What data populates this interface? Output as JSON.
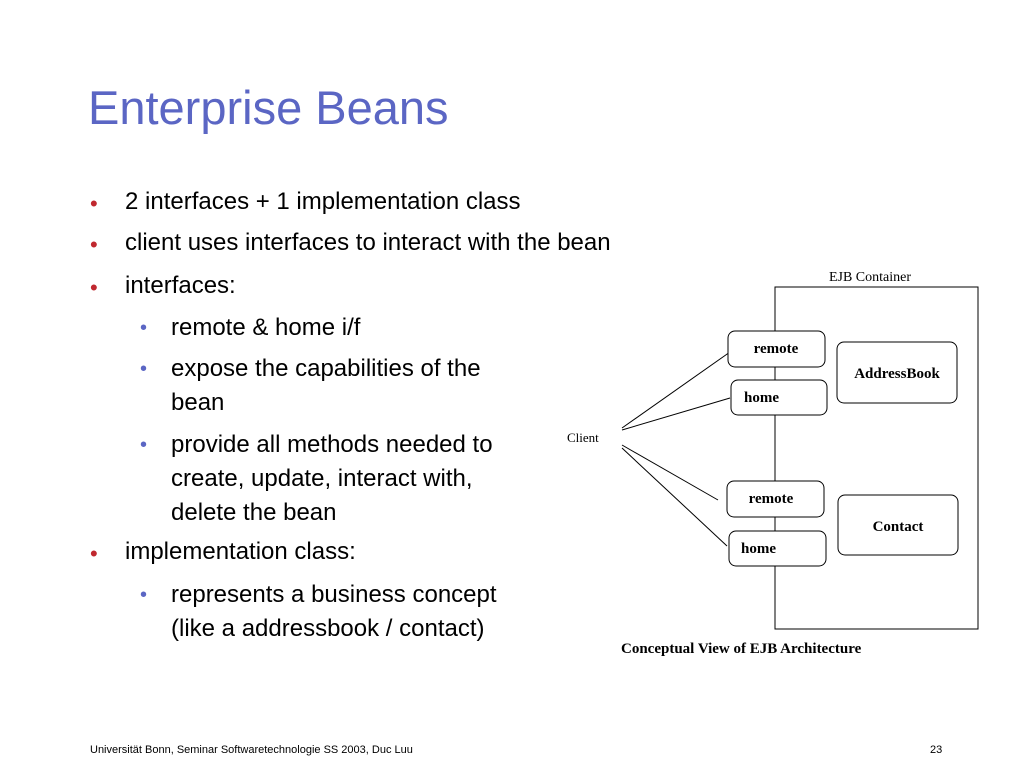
{
  "slide": {
    "title": "Enterprise Beans",
    "bullets": [
      {
        "text": "2 interfaces + 1 implementation class"
      },
      {
        "text": "client uses interfaces to interact with the bean"
      },
      {
        "text": "interfaces:",
        "children": [
          {
            "lines": [
              "remote & home i/f"
            ]
          },
          {
            "lines": [
              "expose the capabilities of the",
              "bean"
            ]
          },
          {
            "lines": [
              "provide all methods needed to",
              "create, update, interact with,",
              "delete the bean"
            ]
          }
        ]
      },
      {
        "text": "implementation class:",
        "children": [
          {
            "lines": [
              "represents a business concept",
              "(like a addressbook / contact)"
            ]
          }
        ]
      }
    ],
    "footer_left": "Universität Bonn, Seminar Softwaretechnologie SS 2003, Duc Luu",
    "page_number": "23",
    "colors": {
      "title": "#5b66c4",
      "main_bullet": "#c0282f",
      "sub_bullet": "#5b66c4"
    }
  },
  "diagram": {
    "container_label": "EJB Container",
    "client_label": "Client",
    "interfaces": [
      "remote",
      "home",
      "remote",
      "home"
    ],
    "beans": [
      "AddressBook",
      "Contact"
    ],
    "caption": "Conceptual View of EJB Architecture"
  }
}
